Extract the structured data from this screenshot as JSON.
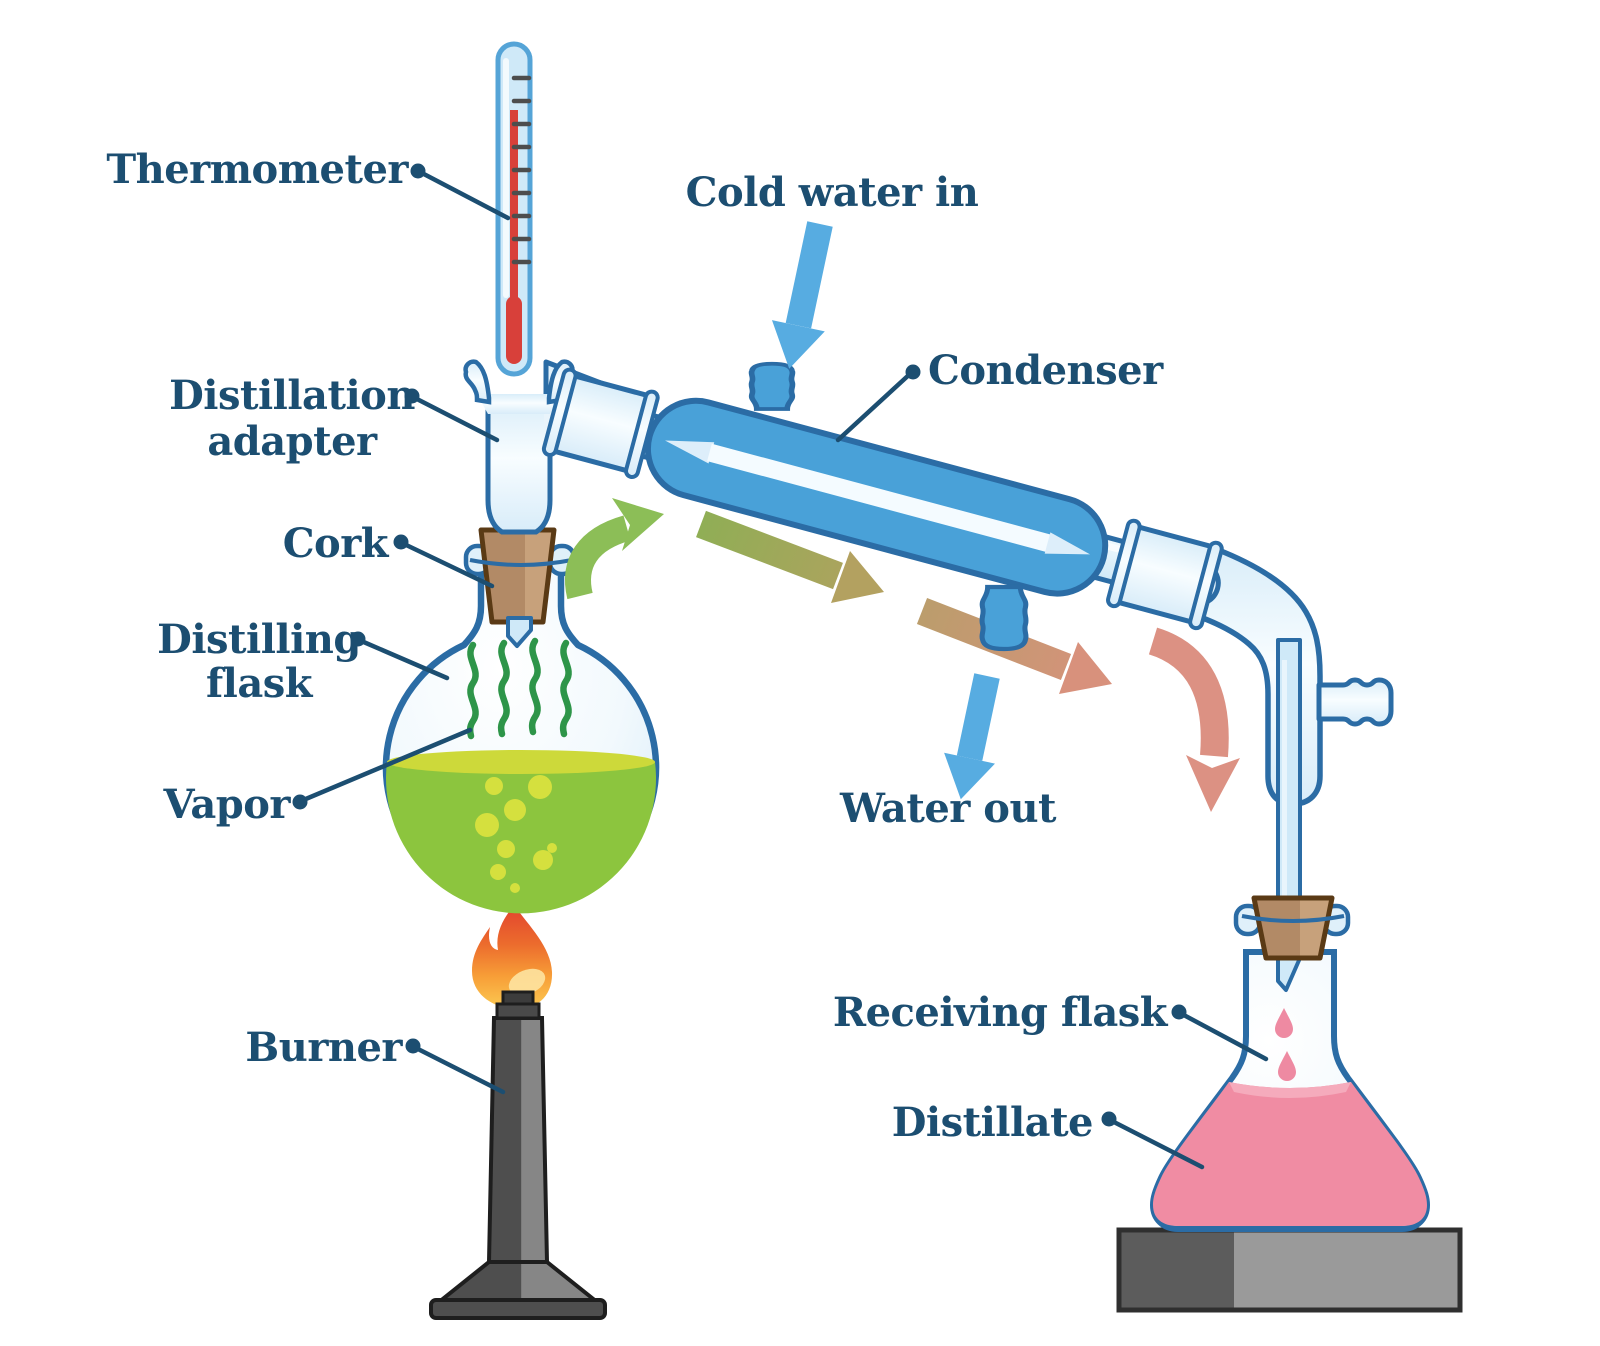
{
  "labels": {
    "thermometer": "Thermometer",
    "cold_water_in": "Cold water in",
    "condenser": "Condenser",
    "distillation_adapter": {
      "line1": "Distillation",
      "line2": "adapter"
    },
    "cork": "Cork",
    "distilling_flask": {
      "line1": "Distilling",
      "line2": "flask"
    },
    "vapor": "Vapor",
    "burner": "Burner",
    "water_out": "Water out",
    "receiving_flask": "Receiving flask",
    "distillate": "Distillate"
  },
  "colors": {
    "label_text": "#1c4e71",
    "leader_line": "#1c4e71",
    "glass_outline": "#2b6ca5",
    "glass_fill_light": "#ddeefa",
    "thermometer_outline": "#55a4d7",
    "thermometer_fill": "#cfe9f8",
    "mercury_red": "#d8403a",
    "tick_gray": "#4d4d4d",
    "condenser_blue": "#49a1d8",
    "water_arrow_blue": "#57ace1",
    "vapor_arrow_green": "#8cbe57",
    "vapor_arrow_olive_start": "#8fae55",
    "vapor_arrow_olive_end": "#b3a160",
    "condensate_arrow_tan": "#bb9d6c",
    "condensate_arrow_salmon": "#d8917c",
    "distillate_arrow_salmon": "#dc9183",
    "boiling_liquid_green": "#8cc53e",
    "liquid_surface_yellow": "#cdd93a",
    "bubble_yellow": "#d5e03e",
    "vapor_line_green": "#2e9549",
    "cork_brown": "#b28a66",
    "cork_highlight": "#c7a17b",
    "cork_outline": "#5a3a15",
    "flame_red": "#e2432e",
    "flame_orange": "#ec6c2d",
    "flame_amber": "#f79d37",
    "flame_yellow": "#fbc34e",
    "flame_highlight": "#fde3a1",
    "burner_dark": "#4e4e4e",
    "burner_light": "#868686",
    "burner_outline": "#1e1e1e",
    "platform_dark": "#5c5c5c",
    "platform_light": "#9a9a9a",
    "platform_outline": "#2f2f2f",
    "distillate_pink": "#f08ca3",
    "distillate_surface_pink": "#f5abbc",
    "drop_pink": "#ee8aa2"
  }
}
